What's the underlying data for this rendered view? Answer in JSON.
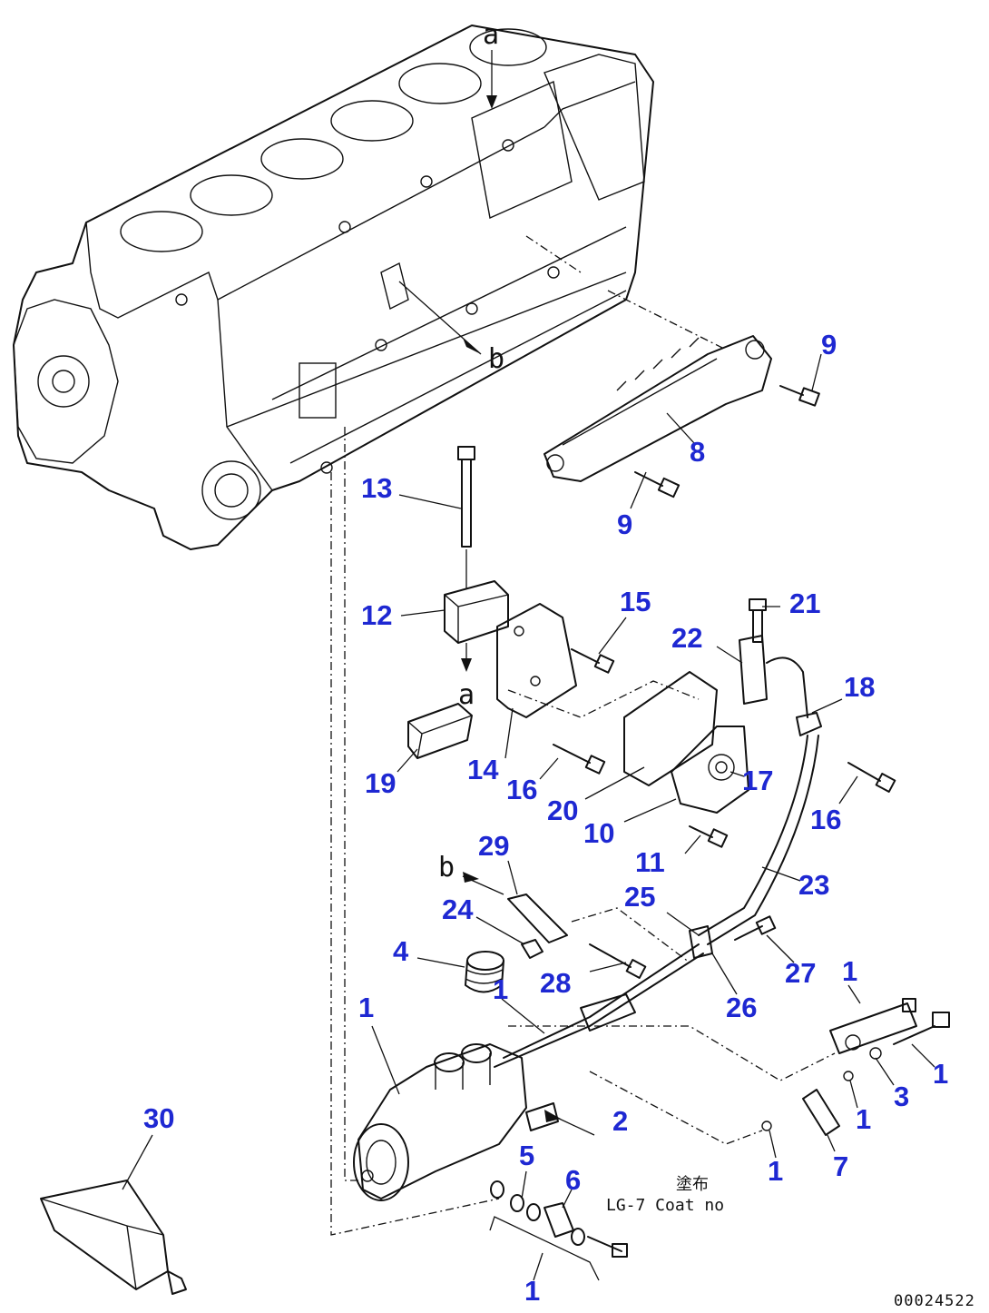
{
  "callouts": [
    {
      "id": "c-9a",
      "label": "9"
    },
    {
      "id": "c-8",
      "label": "8"
    },
    {
      "id": "c-9b",
      "label": "9"
    },
    {
      "id": "c-13",
      "label": "13"
    },
    {
      "id": "c-12",
      "label": "12"
    },
    {
      "id": "c-15",
      "label": "15"
    },
    {
      "id": "c-21",
      "label": "21"
    },
    {
      "id": "c-22",
      "label": "22"
    },
    {
      "id": "c-18",
      "label": "18"
    },
    {
      "id": "c-19",
      "label": "19"
    },
    {
      "id": "c-14",
      "label": "14"
    },
    {
      "id": "c-16a",
      "label": "16"
    },
    {
      "id": "c-17",
      "label": "17"
    },
    {
      "id": "c-20",
      "label": "20"
    },
    {
      "id": "c-10",
      "label": "10"
    },
    {
      "id": "c-16b",
      "label": "16"
    },
    {
      "id": "c-11",
      "label": "11"
    },
    {
      "id": "c-29",
      "label": "29"
    },
    {
      "id": "c-23",
      "label": "23"
    },
    {
      "id": "c-25",
      "label": "25"
    },
    {
      "id": "c-24",
      "label": "24"
    },
    {
      "id": "c-4",
      "label": "4"
    },
    {
      "id": "c-28",
      "label": "28"
    },
    {
      "id": "c-27",
      "label": "27"
    },
    {
      "id": "c-26",
      "label": "26"
    },
    {
      "id": "c-1a",
      "label": "1"
    },
    {
      "id": "c-1b",
      "label": "1"
    },
    {
      "id": "c-1c",
      "label": "1"
    },
    {
      "id": "c-1d",
      "label": "1"
    },
    {
      "id": "c-3",
      "label": "3"
    },
    {
      "id": "c-2",
      "label": "2"
    },
    {
      "id": "c-1e",
      "label": "1"
    },
    {
      "id": "c-30",
      "label": "30"
    },
    {
      "id": "c-5",
      "label": "5"
    },
    {
      "id": "c-6",
      "label": "6"
    },
    {
      "id": "c-1f",
      "label": "1"
    },
    {
      "id": "c-7",
      "label": "7"
    },
    {
      "id": "c-1g",
      "label": "1"
    }
  ],
  "reference_marks": {
    "a_top": "a",
    "a_mid": "a",
    "b_block": "b",
    "b_bracket": "b"
  },
  "note": {
    "jp": "塗布",
    "en": "LG-7 Coat no"
  },
  "document_number": "00024522"
}
